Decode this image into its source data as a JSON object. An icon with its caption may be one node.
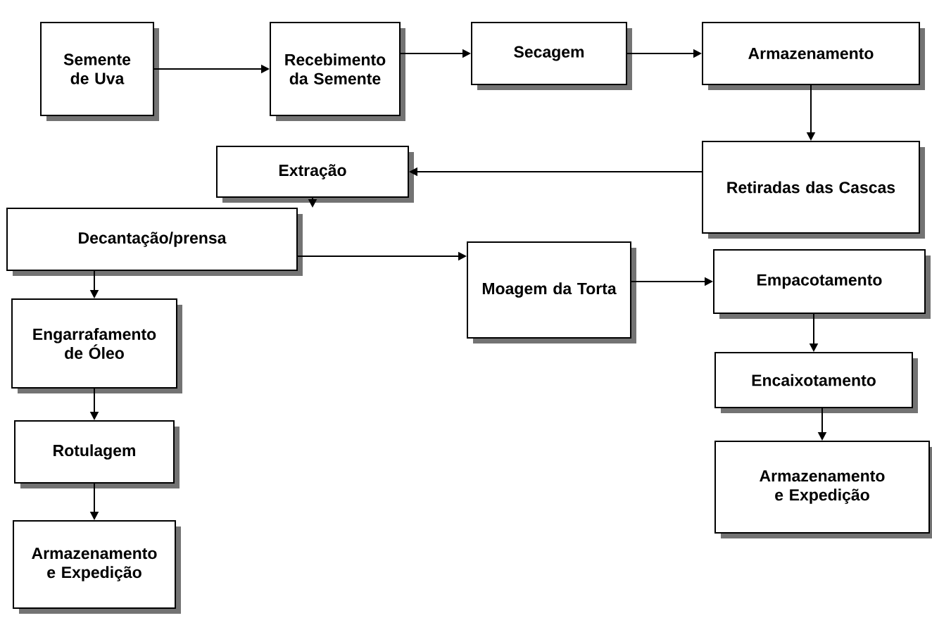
{
  "diagram": {
    "nodes": [
      {
        "text": [
          "Semente de Uva"
        ]
      },
      {
        "text": [
          "Recebimento da Semente"
        ]
      },
      {
        "text": [
          "Secagem"
        ]
      },
      {
        "text": [
          "Armazenamento"
        ]
      },
      {
        "text": [
          "Retiradas das Cascas"
        ]
      },
      {
        "text": [
          "Extração"
        ]
      },
      {
        "text": [
          "Decantação/prensa"
        ]
      },
      {
        "text": [
          "Moagem da Torta"
        ]
      },
      {
        "text": [
          "Empacotamento"
        ]
      },
      {
        "text": [
          "Engarrafamento de Óleo"
        ]
      },
      {
        "text": [
          "Encaixotamento"
        ]
      },
      {
        "text": [
          "Rotulagem"
        ]
      },
      {
        "text": [
          "Armazenamento e Expedição"
        ]
      },
      {
        "text": [
          "Armazenamento e Expedição"
        ]
      }
    ],
    "edges": [
      {
        "from": 0,
        "to": 1,
        "arrow": "to"
      },
      {
        "from": 1,
        "to": 2,
        "arrow": "to"
      },
      {
        "from": 2,
        "to": 3,
        "arrow": "to"
      },
      {
        "from": 3,
        "to": 4,
        "arrow": "to"
      },
      {
        "from": 4,
        "to": 5,
        "arrow": "to"
      },
      {
        "from": 5,
        "to": 6,
        "arrow": "to"
      },
      {
        "from": 6,
        "to": 9,
        "arrow": "to"
      },
      {
        "from": 6,
        "to": 7,
        "arrow": "to"
      },
      {
        "from": 7,
        "to": 8,
        "arrow": "to"
      },
      {
        "from": 8,
        "to": 10,
        "arrow": "to"
      },
      {
        "from": 10,
        "to": 12,
        "arrow": "to"
      },
      {
        "from": 9,
        "to": 11,
        "arrow": "to"
      },
      {
        "from": 11,
        "to": 13,
        "arrow": "to"
      }
    ]
  }
}
